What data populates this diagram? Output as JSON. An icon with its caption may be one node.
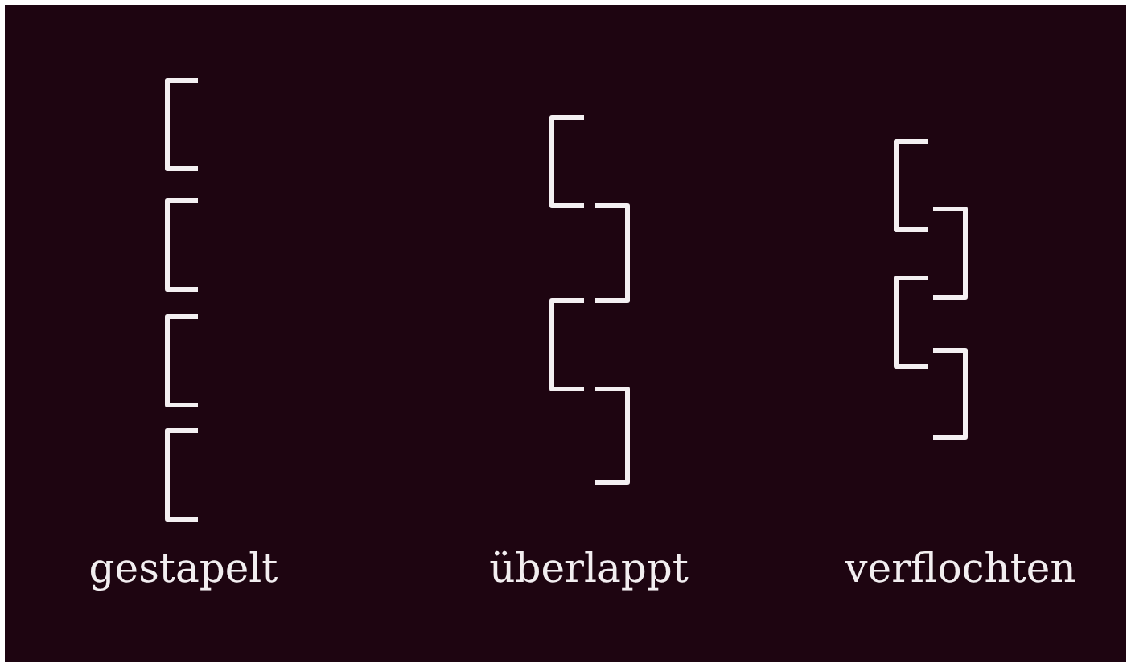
{
  "diagram": {
    "labels": [
      "gestapelt",
      "überlappt",
      "verflochten"
    ]
  }
}
